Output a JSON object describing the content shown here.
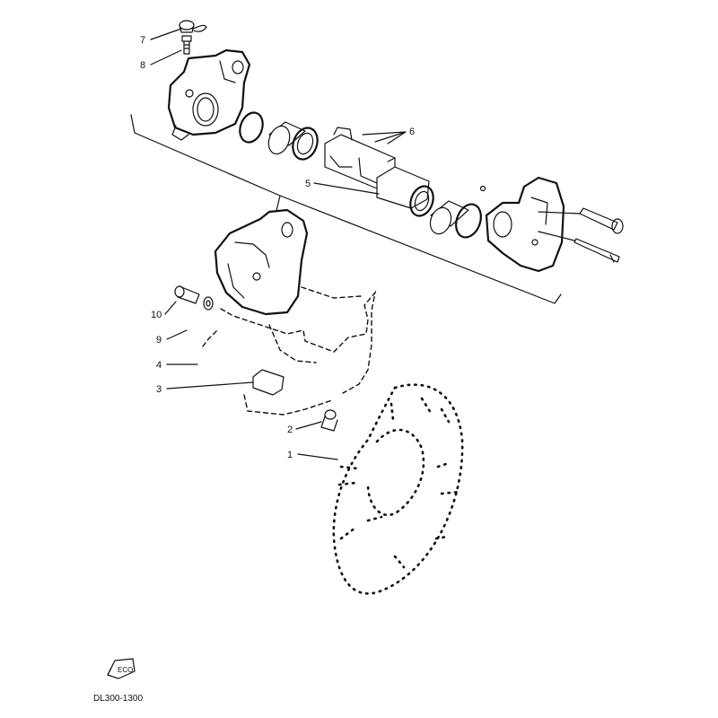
{
  "diagram": {
    "parts": [
      {
        "number": "7"
      },
      {
        "number": "8"
      },
      {
        "number": "6"
      },
      {
        "number": "5"
      },
      {
        "number": "10"
      },
      {
        "number": "9"
      },
      {
        "number": "4"
      },
      {
        "number": "3"
      },
      {
        "number": "2"
      },
      {
        "number": "1"
      }
    ],
    "logo_text": "ECO",
    "drawing_code": "DL300-1300"
  }
}
